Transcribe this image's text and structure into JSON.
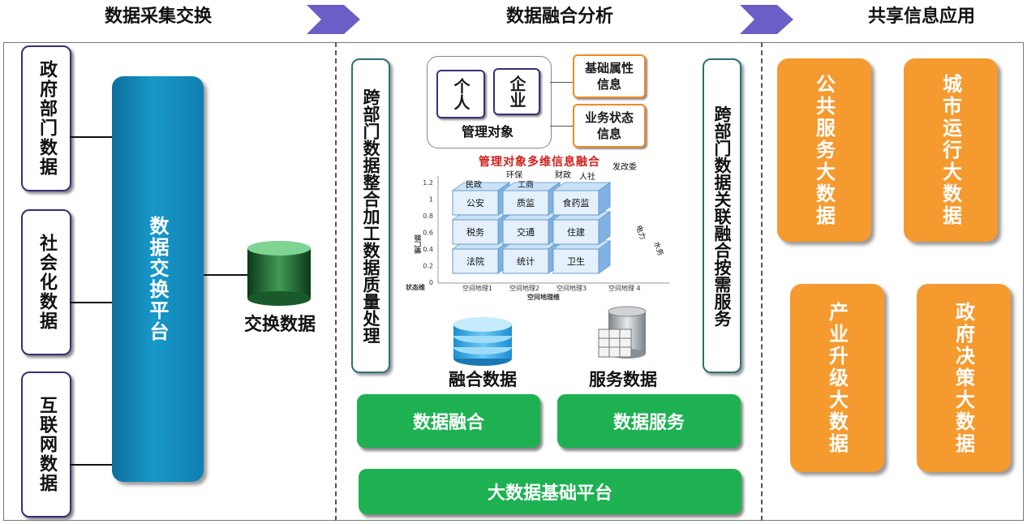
{
  "header": {
    "collect": "数据采集交换",
    "fusion": "数据融合分析",
    "share": "共享信息应用"
  },
  "sources": [
    {
      "label": "政府部门数据"
    },
    {
      "label": "社会化数据"
    },
    {
      "label": "互联网数据"
    }
  ],
  "exchange_platform": "数据交换平台",
  "exchange_data": "交换数据",
  "left_process": "跨部门数据整合加工数据质量处理",
  "right_process": "跨部门数据关联融合按需服务",
  "management": {
    "person": "个人",
    "enterprise": "企业",
    "label": "管理对象",
    "info1": "基础属性信息",
    "info2": "业务状态信息"
  },
  "cube_chart": {
    "title": "管理对象多维信息融合",
    "y_ticks": [
      "1.2",
      "1",
      "0.8",
      "0.6",
      "0.4",
      "0.2",
      "0"
    ],
    "y_label": "状态维",
    "x_ticks": [
      "空间地理1",
      "空间地理2",
      "空间地理3",
      "空间地理 4"
    ],
    "x_label": "空间地理维",
    "z_label": "部门维",
    "cells": [
      "法院",
      "统计",
      "卫生",
      "税务",
      "交通",
      "住建",
      "公安",
      "质监",
      "食药监",
      "民政",
      "工商",
      "环保",
      "财政",
      "人社",
      "发改委",
      "电力",
      "水务"
    ]
  },
  "fusion_data": "融合数据",
  "service_data": "服务数据",
  "buttons": {
    "data_fusion": "数据融合",
    "data_service": "数据服务",
    "base_platform": "大数据基础平台"
  },
  "apps": [
    {
      "label": "公共服务大数据"
    },
    {
      "label": "城市运行大数据"
    },
    {
      "label": "产业升级大数据"
    },
    {
      "label": "政府决策大数据"
    }
  ],
  "colors": {
    "arrow": "#6a5fc7",
    "platform": "#1590c4",
    "green": "#1db152",
    "orange": "#f59a2f",
    "chart_title": "#d0201c",
    "cube": "#9cc7ee"
  }
}
